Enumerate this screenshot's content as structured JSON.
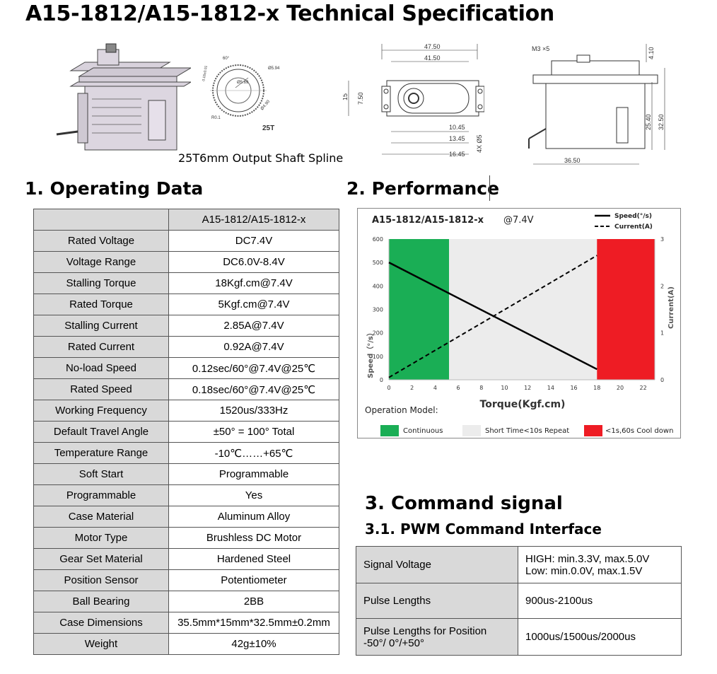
{
  "title": "A15-1812/A15-1812-x Technical Specification",
  "figure": {
    "caption": "25T6mm Output Shaft Spline",
    "spline_teeth": "25T",
    "spline_dims": [
      "60°",
      "0.18±0.01",
      "Ø5.94",
      "Ø5.69",
      "R0.1",
      "Ø4.90"
    ],
    "front_dims": [
      "47.50",
      "41.50",
      "15",
      "7.50",
      "10.45",
      "13.45",
      "16.45",
      "4X Ø5"
    ],
    "side_dims": [
      "M3 ×5",
      "4.10",
      "25.40",
      "32.50",
      "36.50"
    ]
  },
  "operating": {
    "heading": "1. Operating Data",
    "header": "A15-1812/A15-1812-x",
    "rows": [
      {
        "k": "Rated Voltage",
        "v": "DC7.4V"
      },
      {
        "k": "Voltage Range",
        "v": "DC6.0V-8.4V"
      },
      {
        "k": "Stalling Torque",
        "v": "18Kgf.cm@7.4V"
      },
      {
        "k": "Rated Torque",
        "v": "5Kgf.cm@7.4V"
      },
      {
        "k": "Stalling Current",
        "v": "2.85A@7.4V"
      },
      {
        "k": "Rated Current",
        "v": "0.92A@7.4V"
      },
      {
        "k": "No-load Speed",
        "v": "0.12sec/60°@7.4V@25℃"
      },
      {
        "k": "Rated Speed",
        "v": "0.18sec/60°@7.4V@25℃"
      },
      {
        "k": "Working Frequency",
        "v": "1520us/333Hz"
      },
      {
        "k": "Default Travel Angle",
        "v": "±50° = 100° Total"
      },
      {
        "k": "Temperature Range",
        "v": "-10℃……+65℃"
      },
      {
        "k": "Soft Start",
        "v": "Programmable"
      },
      {
        "k": "Programmable",
        "v": "Yes"
      },
      {
        "k": "Case Material",
        "v": "Aluminum Alloy"
      },
      {
        "k": "Motor Type",
        "v": "Brushless DC Motor"
      },
      {
        "k": "Gear Set Material",
        "v": "Hardened Steel"
      },
      {
        "k": "Position Sensor",
        "v": "Potentiometer"
      },
      {
        "k": "Ball Bearing",
        "v": "2BB"
      },
      {
        "k": "Case Dimensions",
        "v": "35.5mm*15mm*32.5mm±0.2mm"
      },
      {
        "k": "Weight",
        "v": "42g±10%"
      }
    ]
  },
  "performance": {
    "heading": "2. Performance",
    "chart_title": "A15-1812/A15-1812-x",
    "chart_voltage": "@7.4V",
    "op_model_label": "Operation Model:",
    "zones": [
      {
        "label": "Continuous",
        "color": "#1aae55",
        "from": 0,
        "to": 5.2
      },
      {
        "label": "Short Time<10s Repeat",
        "color": "#ececec",
        "from": 5.2,
        "to": 18
      },
      {
        "label": "<1s,60s Cool down",
        "color": "#ee1c24",
        "from": 18,
        "to": 23
      }
    ]
  },
  "chart_data": {
    "type": "line",
    "xlabel": "Torque(Kgf.cm)",
    "ylabel": "Speed（°/s）",
    "y2label": "Current(A)",
    "xlim": [
      0,
      23
    ],
    "ylim": [
      0,
      600
    ],
    "y2lim": [
      0,
      3
    ],
    "xticks": [
      0,
      2,
      4,
      6,
      8,
      10,
      12,
      14,
      16,
      18,
      20,
      22
    ],
    "yticks": [
      0,
      100,
      200,
      300,
      400,
      500,
      600
    ],
    "y2ticks": [
      0,
      1,
      2,
      3
    ],
    "series": [
      {
        "name": "Speed(°/s)",
        "axis": "left",
        "style": "solid",
        "x": [
          0,
          18
        ],
        "y": [
          500,
          45
        ]
      },
      {
        "name": "Current(A)",
        "axis": "right",
        "style": "dashed",
        "x": [
          0,
          18
        ],
        "y": [
          0.05,
          2.65
        ]
      }
    ],
    "legend": "top-right"
  },
  "command": {
    "heading": "3. Command signal",
    "subheading": "3.1. PWM Command Interface",
    "rows": [
      {
        "k": "Signal Voltage",
        "v1": "HIGH: min.3.3V, max.5.0V",
        "v2": "Low: min.0.0V, max.1.5V"
      },
      {
        "k": "Pulse Lengths",
        "v1": "900us-2100us",
        "v2": ""
      },
      {
        "k": "Pulse Lengths for Position",
        "k2": "-50°/ 0°/+50°",
        "v1": "1000us/1500us/2000us",
        "v2": ""
      }
    ]
  },
  "colors": {
    "grid_header": "#d9d9d9",
    "continuous": "#1aae55",
    "short": "#ececec",
    "cool": "#ee1c24"
  }
}
